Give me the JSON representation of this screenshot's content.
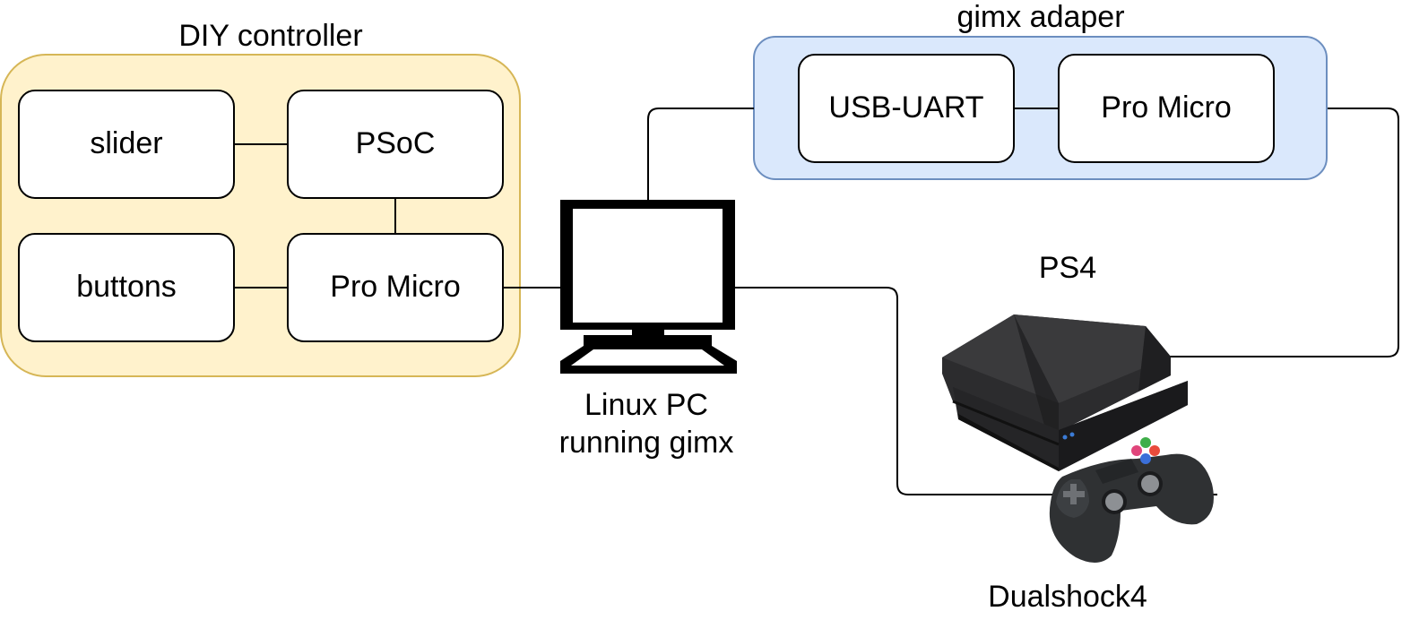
{
  "groups": {
    "diy_controller": {
      "title": "DIY controller",
      "fill": "#fff2cc",
      "stroke": "#d6b656"
    },
    "gimx_adapter": {
      "title": "gimx adaper",
      "fill": "#dae8fc",
      "stroke": "#6c8ebf"
    }
  },
  "nodes": {
    "slider": "slider",
    "psoc": "PSoC",
    "buttons": "buttons",
    "pro_micro_diy": "Pro Micro",
    "usb_uart": "USB-UART",
    "pro_micro_adapter": "Pro Micro",
    "linux_pc_line1": "Linux PC",
    "linux_pc_line2": "running gimx",
    "ps4": "PS4",
    "dualshock4": "Dualshock4"
  },
  "icons": [
    "computer-monitor-icon",
    "ps4-console-icon",
    "gamepad-icon"
  ]
}
